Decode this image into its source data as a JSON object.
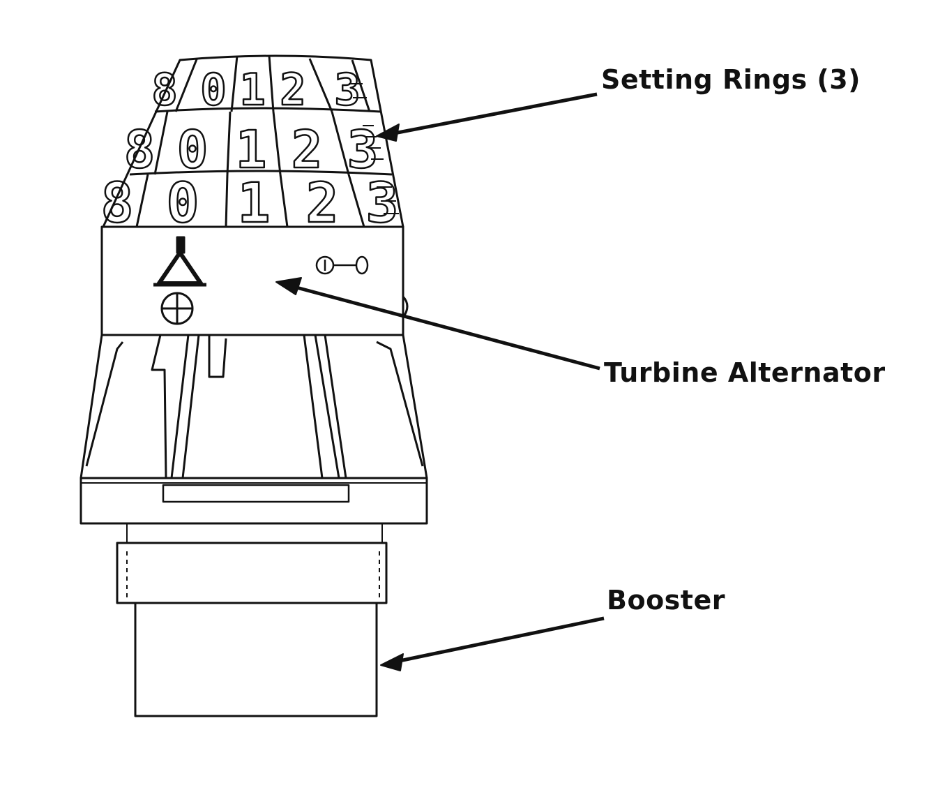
{
  "labels": {
    "setting_rings": "Setting Rings (3)",
    "turbine_alternator": "Turbine Alternator",
    "booster": "Booster"
  },
  "ring_digits": [
    "8",
    "0",
    "1",
    "2",
    "3"
  ]
}
